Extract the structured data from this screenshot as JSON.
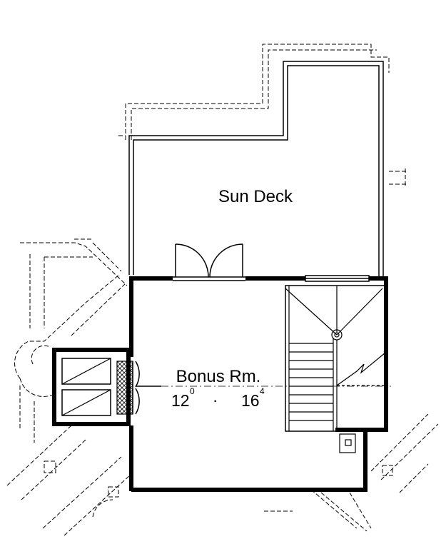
{
  "rooms": {
    "sun_deck": {
      "label": "Sun Deck"
    },
    "bonus": {
      "label": "Bonus Rm.",
      "dim_width_ft": "12",
      "dim_width_in": "0",
      "dim_sep": "·",
      "dim_length_ft": "16",
      "dim_length_in": "4"
    }
  },
  "colors": {
    "line": "#000000",
    "background": "#ffffff"
  }
}
